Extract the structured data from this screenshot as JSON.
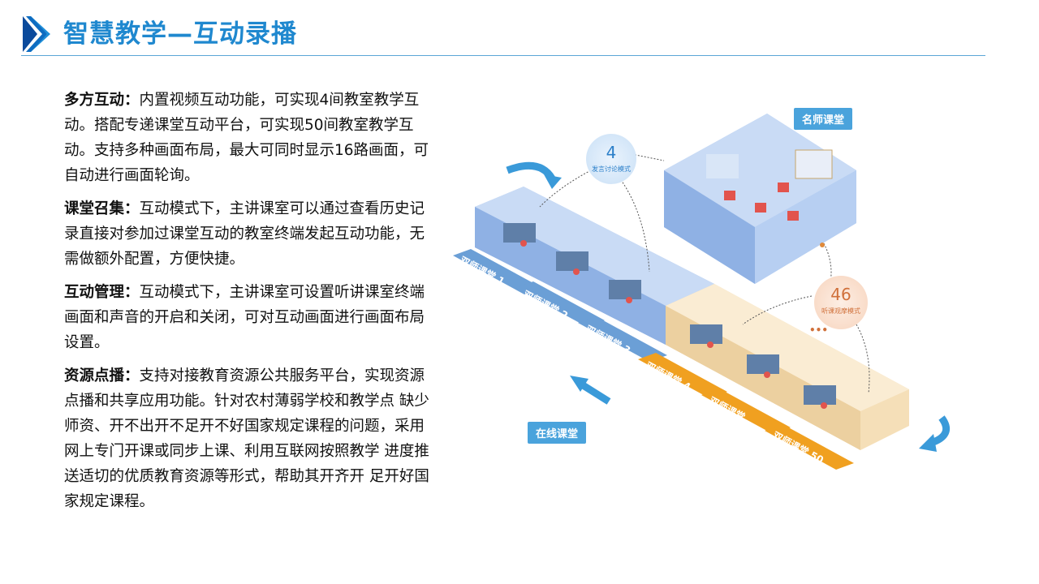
{
  "header": {
    "title": "智慧教学—互动录播"
  },
  "paragraphs": [
    {
      "heading": "多方互动：",
      "body": "内置视频互动功能，可实现4间教室教学互动。搭配专递课堂互动平台，可实现50间教室教学互动。支持多种画面布局，最大可同时显示16路画面，可自动进行画面轮询。"
    },
    {
      "heading": "课堂召集：",
      "body": "互动模式下，主讲课室可以通过查看历史记录直接对参加过课堂互动的教室终端发起互动功能，无需做额外配置，方便快捷。"
    },
    {
      "heading": "互动管理：",
      "body": "互动模式下，主讲课室可设置听讲课室终端画面和声音的开启和关闭，可对互动画面进行画面布局设置。"
    },
    {
      "heading": "资源点播：",
      "body": "支持对接教育资源公共服务平台，实现资源点播和共享应用功能。针对农村薄弱学校和教学点 缺少师资、开不出开不足开不好国家规定课程的问题，采用网上专门开课或同步上课、利用互联网按照教学 进度推送适切的优质教育资源等形式，帮助其开齐开 足开好国家规定课程。"
    }
  ],
  "diagram": {
    "famous_teacher_label": "名师课堂",
    "online_class_label": "在线课堂",
    "discussion_bubble": {
      "count": "4",
      "caption": "发言讨论模式"
    },
    "observe_bubble": {
      "count": "46",
      "caption": "听课观摩模式"
    },
    "dual_teacher_rooms": [
      "双师课堂 1",
      "双师课堂 2",
      "双师课堂 3",
      "双师课堂 4",
      "双师课堂 …",
      "双师课堂 50"
    ],
    "ellipsis": "•••",
    "colors": {
      "blue_accent": "#4aa3dc",
      "blue_room": "#a9c6ee",
      "orange_room": "#f5dfb8",
      "orange_label": "#f0a020",
      "blue_label": "#6b9fd6"
    }
  }
}
